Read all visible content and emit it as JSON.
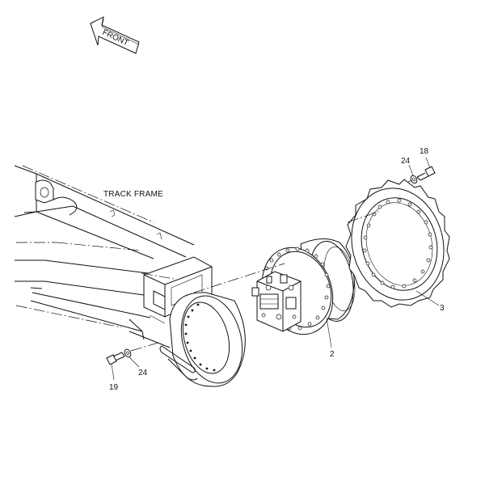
{
  "diagram": {
    "direction_arrow": {
      "label": "FRONT",
      "icon": "front-arrow-icon"
    },
    "assembly_label": "TRACK FRAME",
    "callouts": {
      "sprocket": "3",
      "travel_motor": "2",
      "bolt_upper": "18",
      "washer_upper": "24",
      "bolt_lower": "19",
      "washer_lower": "24"
    }
  }
}
